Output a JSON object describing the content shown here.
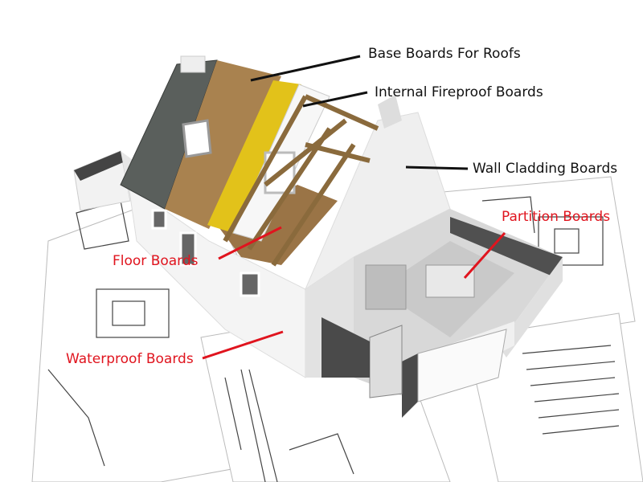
{
  "labels": {
    "base_boards": "Base Boards For Roofs",
    "fireproof": "Internal Fireproof Boards",
    "wall_cladding": "Wall Cladding Boards",
    "partition": "Partition Boards",
    "floor": "Floor Boards",
    "waterproof": "Waterproof Boards"
  },
  "colors": {
    "black_label": "#111111",
    "red_label": "#e0141e",
    "shingles": "#5a5f5c",
    "wood": "#a9824f",
    "insulation": "#e2c21a",
    "timber": "#8a6a3c"
  }
}
